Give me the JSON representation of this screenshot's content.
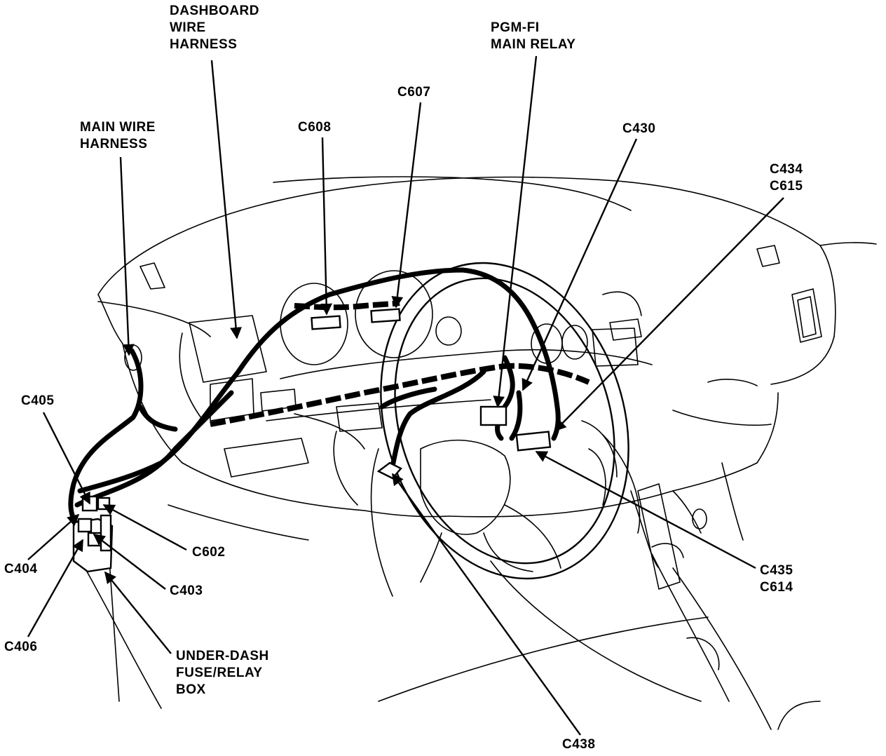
{
  "diagram": {
    "labels": {
      "dashboard_wire_harness": [
        "DASHBOARD",
        "WIRE",
        "HARNESS"
      ],
      "main_wire_harness": [
        "MAIN WIRE",
        "HARNESS"
      ],
      "c608": "C608",
      "c607": "C607",
      "pgm_fi_main_relay": [
        "PGM-FI",
        "MAIN RELAY"
      ],
      "c430": "C430",
      "c434_c615": [
        "C434",
        "C615"
      ],
      "c405": "C405",
      "c404": "C404",
      "c602": "C602",
      "c403": "C403",
      "c406": "C406",
      "under_dash_fuse_relay_box": [
        "UNDER-DASH",
        "FUSE/RELAY",
        "BOX"
      ],
      "c435_c614": [
        "C435",
        "C614"
      ],
      "c438": "C438"
    }
  }
}
